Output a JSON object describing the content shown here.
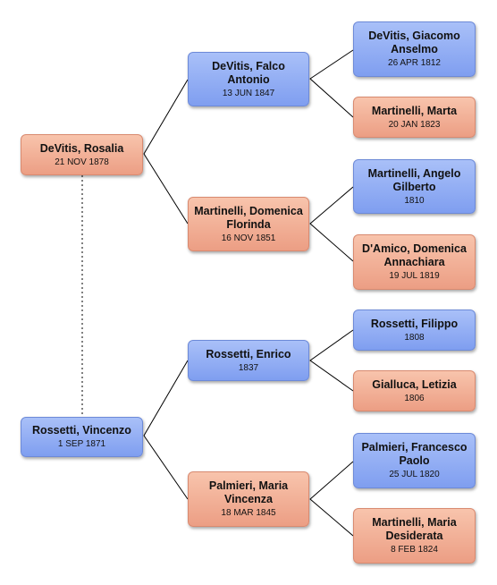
{
  "people": {
    "rosalia": {
      "name": "DeVitis, Rosalia",
      "date": "21 NOV 1878"
    },
    "vincenzo": {
      "name": "Rossetti, Vincenzo",
      "date": "1 SEP 1871"
    },
    "falco": {
      "name": "DeVitis, Falco Antonio",
      "date": "13 JUN 1847"
    },
    "domenica_f": {
      "name": "Martinelli, Domenica Florinda",
      "date": "16 NOV 1851"
    },
    "enrico": {
      "name": "Rossetti, Enrico",
      "date": "1837"
    },
    "maria_v": {
      "name": "Palmieri, Maria Vincenza",
      "date": "18 MAR 1845"
    },
    "giacomo": {
      "name": "DeVitis, Giacomo Anselmo",
      "date": "26 APR 1812"
    },
    "marta": {
      "name": "Martinelli, Marta",
      "date": "20 JAN 1823"
    },
    "angelo": {
      "name": "Martinelli, Angelo Gilberto",
      "date": "1810"
    },
    "domenica_a": {
      "name": "D'Amico, Domenica Annachiara",
      "date": "19 JUL 1819"
    },
    "filippo": {
      "name": "Rossetti, Filippo",
      "date": "1808"
    },
    "letizia": {
      "name": "Gialluca, Letizia",
      "date": "1806"
    },
    "francesco": {
      "name": "Palmieri, Francesco Paolo",
      "date": "25 JUL 1820"
    },
    "maria_d": {
      "name": "Martinelli, Maria Desiderata",
      "date": "8 FEB 1824"
    }
  },
  "colors": {
    "male": "#8aa8f2",
    "female": "#f2ab90",
    "line": "#000000"
  }
}
